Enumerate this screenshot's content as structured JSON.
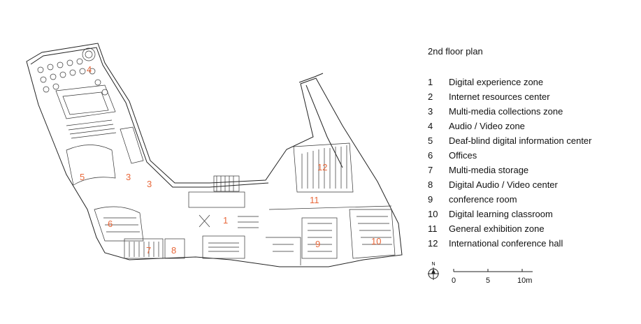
{
  "title": "2nd floor plan",
  "legend": [
    {
      "num": "1",
      "label": "Digital experience zone"
    },
    {
      "num": "2",
      "label": "Internet resources center"
    },
    {
      "num": "3",
      "label": "Multi-media collections zone"
    },
    {
      "num": "4",
      "label": "Audio / Video zone"
    },
    {
      "num": "5",
      "label": "Deaf-blind digital information center"
    },
    {
      "num": "6",
      "label": "Offices"
    },
    {
      "num": "7",
      "label": "Multi-media storage"
    },
    {
      "num": "8",
      "label": "Digital Audio / Video center"
    },
    {
      "num": "9",
      "label": "conference room"
    },
    {
      "num": "10",
      "label": "Digital learning classroom"
    },
    {
      "num": "11",
      "label": "General exhibition zone"
    },
    {
      "num": "12",
      "label": "International conference hall"
    }
  ],
  "plan_labels": [
    "4",
    "5",
    "3",
    "3",
    "6",
    "7",
    "8",
    "1",
    "12",
    "11",
    "9",
    "10"
  ],
  "north_label": "N",
  "scale": {
    "ticks": [
      "0",
      "5",
      "10m"
    ]
  },
  "colors": {
    "zone_label": "#e8683a",
    "line": "#222222"
  }
}
